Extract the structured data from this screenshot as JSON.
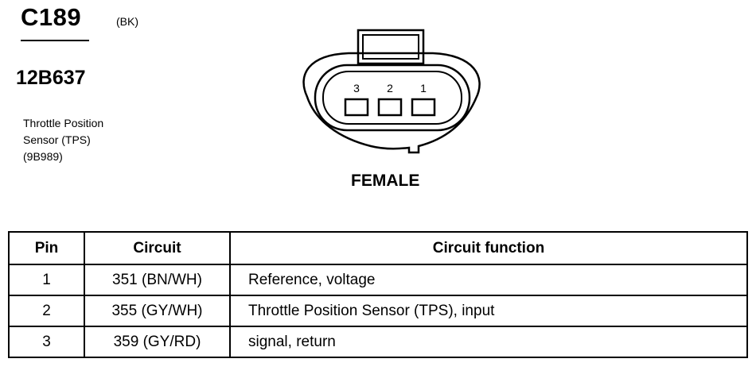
{
  "connector": {
    "id": "C189",
    "color_code": "(BK)",
    "part_number": "12B637",
    "description": [
      "Throttle Position",
      "Sensor (TPS)",
      "(9B989)"
    ],
    "gender": "FEMALE"
  },
  "diagram": {
    "pin_labels": [
      "3",
      "2",
      "1"
    ]
  },
  "table": {
    "headers": [
      "Pin",
      "Circuit",
      "Circuit function"
    ],
    "rows": [
      {
        "pin": "1",
        "circuit": "351 (BN/WH)",
        "function": "Reference, voltage"
      },
      {
        "pin": "2",
        "circuit": "355 (GY/WH)",
        "function": "Throttle Position Sensor (TPS), input"
      },
      {
        "pin": "3",
        "circuit": "359 (GY/RD)",
        "function": "signal, return"
      }
    ]
  }
}
